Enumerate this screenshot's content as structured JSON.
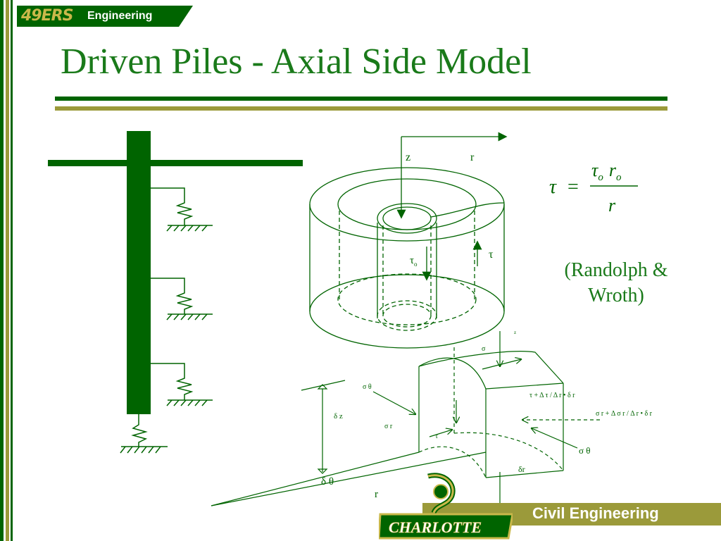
{
  "header": {
    "logo_text": "49ERS",
    "logo_label": "Engineering"
  },
  "slide": {
    "title": "Driven Piles - Axial Side Model"
  },
  "diagram": {
    "cylinder_labels": {
      "z": "z",
      "r": "r",
      "tau_o": "τ",
      "tau_o_sub": "o",
      "tau": "τ"
    },
    "equation": {
      "lhs": "τ",
      "equals": "=",
      "numerator_tau": "τ",
      "numerator_tau_sub": "o",
      "numerator_r": "r",
      "numerator_r_sub": "o",
      "denominator": "r"
    },
    "element_labels": {
      "z_small": "z",
      "sigma_z": "σ",
      "sigma_theta_top": "σ θ",
      "tau_plus": "τ + Δ τ / Δ r • δ r",
      "delta_z": "δ z",
      "sigma_r": "σ r",
      "sigma_r_plus": "σ r +  Δ σ r / Δ r • δ r",
      "tau_small": "τ",
      "sigma_theta_right": "σ θ",
      "delta_r": "δr",
      "delta_theta": "δ  θ",
      "r_bottom": "r"
    }
  },
  "citation": {
    "line1": "(Randolph &",
    "line2": "Wroth)"
  },
  "footer": {
    "label": "Civil Engineering",
    "logo_text": "CHARLOTTE"
  },
  "colors": {
    "green": "#006400",
    "olive": "#9b9a3a",
    "title_green": "#1a7a1a"
  }
}
